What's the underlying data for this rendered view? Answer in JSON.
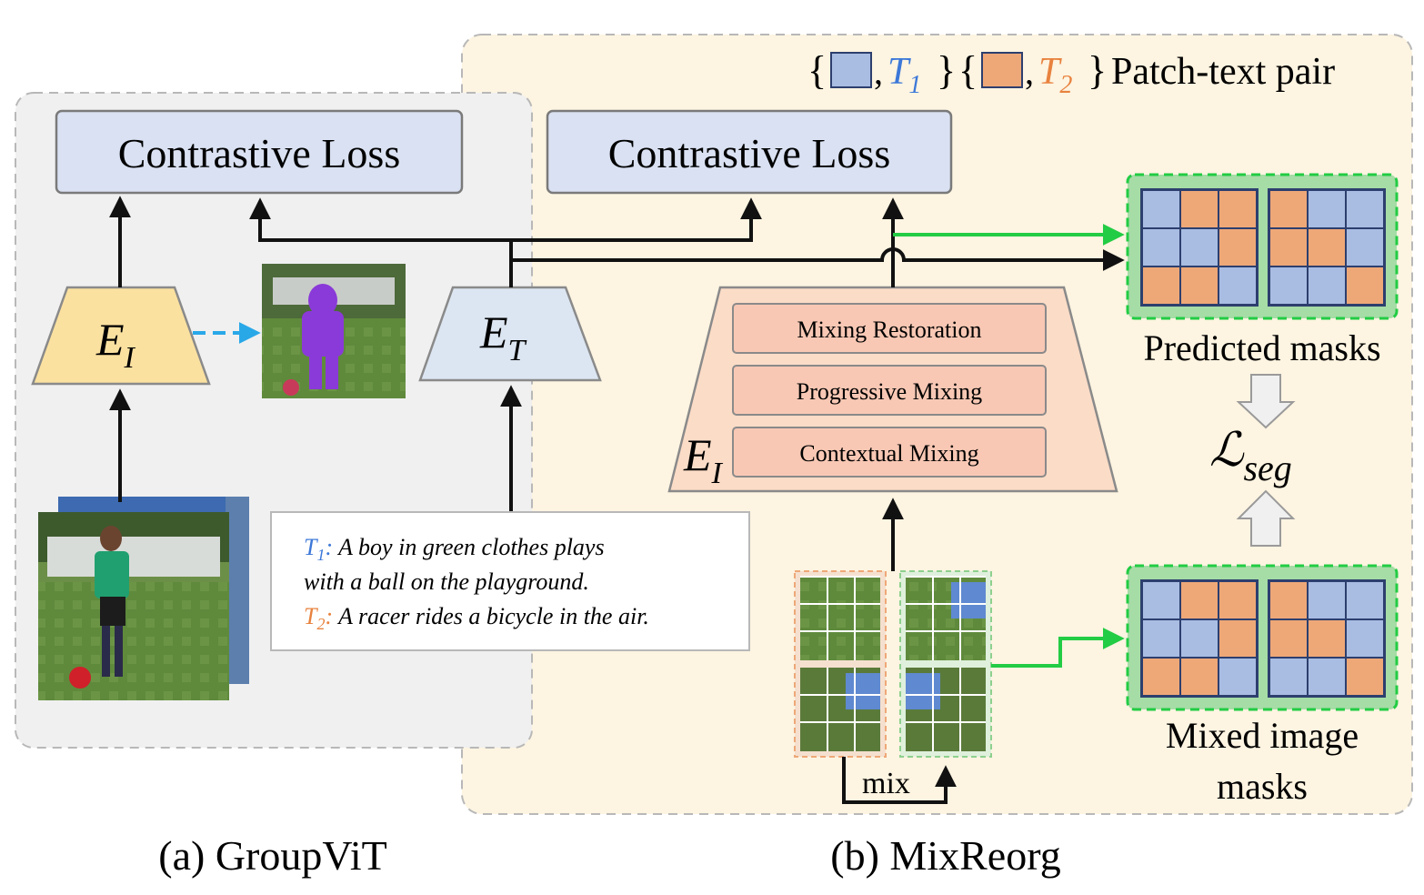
{
  "legend": {
    "open_brace": "{",
    "close_brace": "}",
    "comma": ",",
    "t1": "T",
    "t1_sub": "1",
    "t2": "T",
    "t2_sub": "2",
    "label": "Patch-text pair"
  },
  "groupvit": {
    "loss_label": "Contrastive Loss",
    "encoder_image": "E",
    "encoder_image_sub": "I",
    "encoder_text": "E",
    "encoder_text_sub": "T",
    "caption": "(a) GroupViT"
  },
  "mixreorg": {
    "loss_label": "Contrastive Loss",
    "encoder_image": "E",
    "encoder_image_sub": "I",
    "module_restoration": "Mixing Restoration",
    "module_progressive": "Progressive Mixing",
    "module_contextual": "Contextual Mixing",
    "predicted_masks_label": "Predicted masks",
    "mixed_masks_label_line1": "Mixed image",
    "mixed_masks_label_line2": "masks",
    "seg_loss": "ℒ",
    "seg_loss_sub": "seg",
    "mix_label": "mix",
    "caption": "(b) MixReorg"
  },
  "text_box": {
    "t1_tag": "T",
    "t1_sub": "1",
    "t1_colon": ":",
    "t1_text_line1": "A boy in green clothes plays",
    "t1_text_line2": "with a ball on the playground.",
    "t2_tag": "T",
    "t2_sub": "2",
    "t2_colon": ":",
    "t2_text": "A racer rides a bicycle in the air."
  },
  "colors": {
    "blue_patch": "#a9bde3",
    "orange_patch": "#eea878",
    "t1_blue": "#3c78d8",
    "t2_orange": "#e8823e",
    "green_arrow": "#22cc44",
    "cyan_arrow": "#29a8e8",
    "panel_left": "#f0f0f0",
    "panel_right": "#fdf4e1",
    "loss_box": "#d9e1f2",
    "encoder_image_left": "#fbe1a0",
    "encoder_text": "#dce6f2",
    "encoder_image_right": "#fbdcc7",
    "module_box": "#f8c8b4"
  },
  "predicted_masks": [
    [
      [
        "b",
        "o",
        "o"
      ],
      [
        "b",
        "b",
        "o"
      ],
      [
        "o",
        "o",
        "b"
      ]
    ],
    [
      [
        "o",
        "b",
        "b"
      ],
      [
        "o",
        "o",
        "b"
      ],
      [
        "b",
        "b",
        "o"
      ]
    ]
  ],
  "mixed_masks": [
    [
      [
        "b",
        "o",
        "o"
      ],
      [
        "b",
        "b",
        "o"
      ],
      [
        "o",
        "o",
        "b"
      ]
    ],
    [
      [
        "o",
        "b",
        "b"
      ],
      [
        "o",
        "o",
        "b"
      ],
      [
        "b",
        "b",
        "o"
      ]
    ]
  ]
}
